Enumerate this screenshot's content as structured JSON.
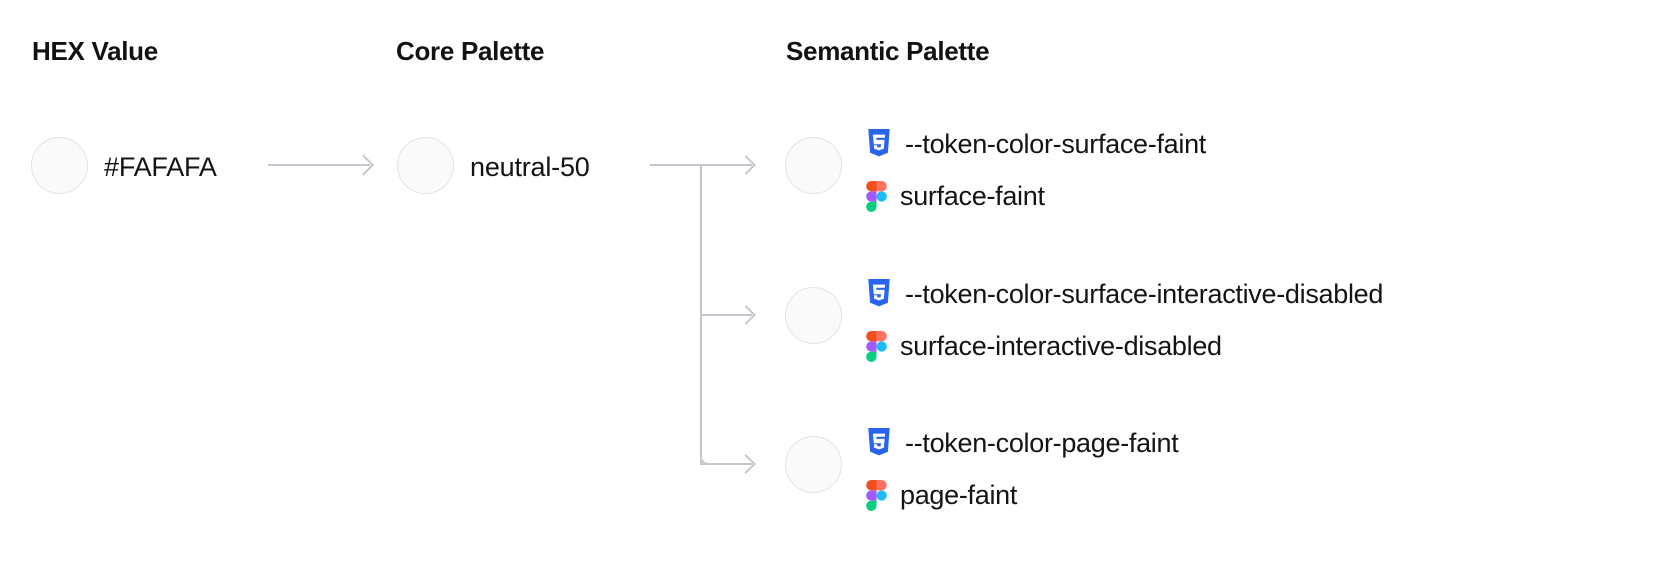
{
  "columns": {
    "hex": "HEX Value",
    "core": "Core Palette",
    "semantic": "Semantic Palette"
  },
  "hex": {
    "value": "#FAFAFA",
    "swatch_color": "#FAFAFA"
  },
  "core": {
    "value": "neutral-50",
    "swatch_color": "#FAFAFA"
  },
  "semantic": [
    {
      "swatch_color": "#FAFAFA",
      "css_icon": "css3-icon",
      "css_token": "--token-color-surface-faint",
      "figma_icon": "figma-icon",
      "figma_token": "surface-faint"
    },
    {
      "swatch_color": "#FAFAFA",
      "css_icon": "css3-icon",
      "css_token": "--token-color-surface-interactive-disabled",
      "figma_icon": "figma-icon",
      "figma_token": "surface-interactive-disabled"
    },
    {
      "swatch_color": "#FAFAFA",
      "css_icon": "css3-icon",
      "css_token": "--token-color-page-faint",
      "figma_icon": "figma-icon",
      "figma_token": "page-faint"
    }
  ],
  "theme": {
    "text_color": "#141414",
    "arrow_color": "#C3C7CE",
    "swatch_border": "#E3E3E6",
    "css_brand": "#2965F1",
    "figma_red": "#F24E1E",
    "figma_orange": "#FF7262",
    "figma_purple": "#A259FF",
    "figma_blue": "#1ABCFE",
    "figma_green": "#0ACF83"
  },
  "icons": {
    "arrow_hex_to_core": "arrow-right-icon",
    "arrow_core_to_semantic": "branch-arrow-icon"
  }
}
